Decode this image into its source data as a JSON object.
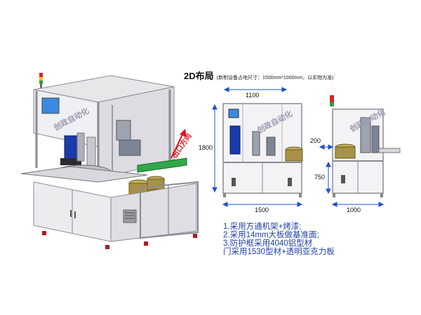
{
  "layout": {
    "title": "2D布局",
    "subtitle": "(新制设备占地尺寸：1500mm*1000mm，以实物为准)"
  },
  "dimensions": {
    "front_width_top": "1100",
    "front_height": "1800",
    "front_width_bottom": "1500",
    "side_depth_top": "200",
    "side_height": "750",
    "side_width_bottom": "1000"
  },
  "labels": {
    "exit_direction": "出口方向",
    "watermark_main": "创政自动化",
    "watermark_front": "创政自动化",
    "watermark_side": "创政自动化"
  },
  "notes": [
    "1.采用方通机架+烤漆;",
    "2.采用14mm大板做基准面;",
    "3.防护框采用4040铝型材",
    "门采用1530型材+透明亚克力板"
  ],
  "colors": {
    "frame": "#d4d4d8",
    "frame_dark": "#8a8a94",
    "dimension_blue": "#1e4fd6",
    "notes_blue": "#1f3fa8",
    "arrow_red": "#e0161b",
    "screen_blue": "#3a8be0",
    "machine_blue": "#1c3aa8",
    "bowl_gold": "#a89248",
    "green_tray": "#2fa84a"
  }
}
